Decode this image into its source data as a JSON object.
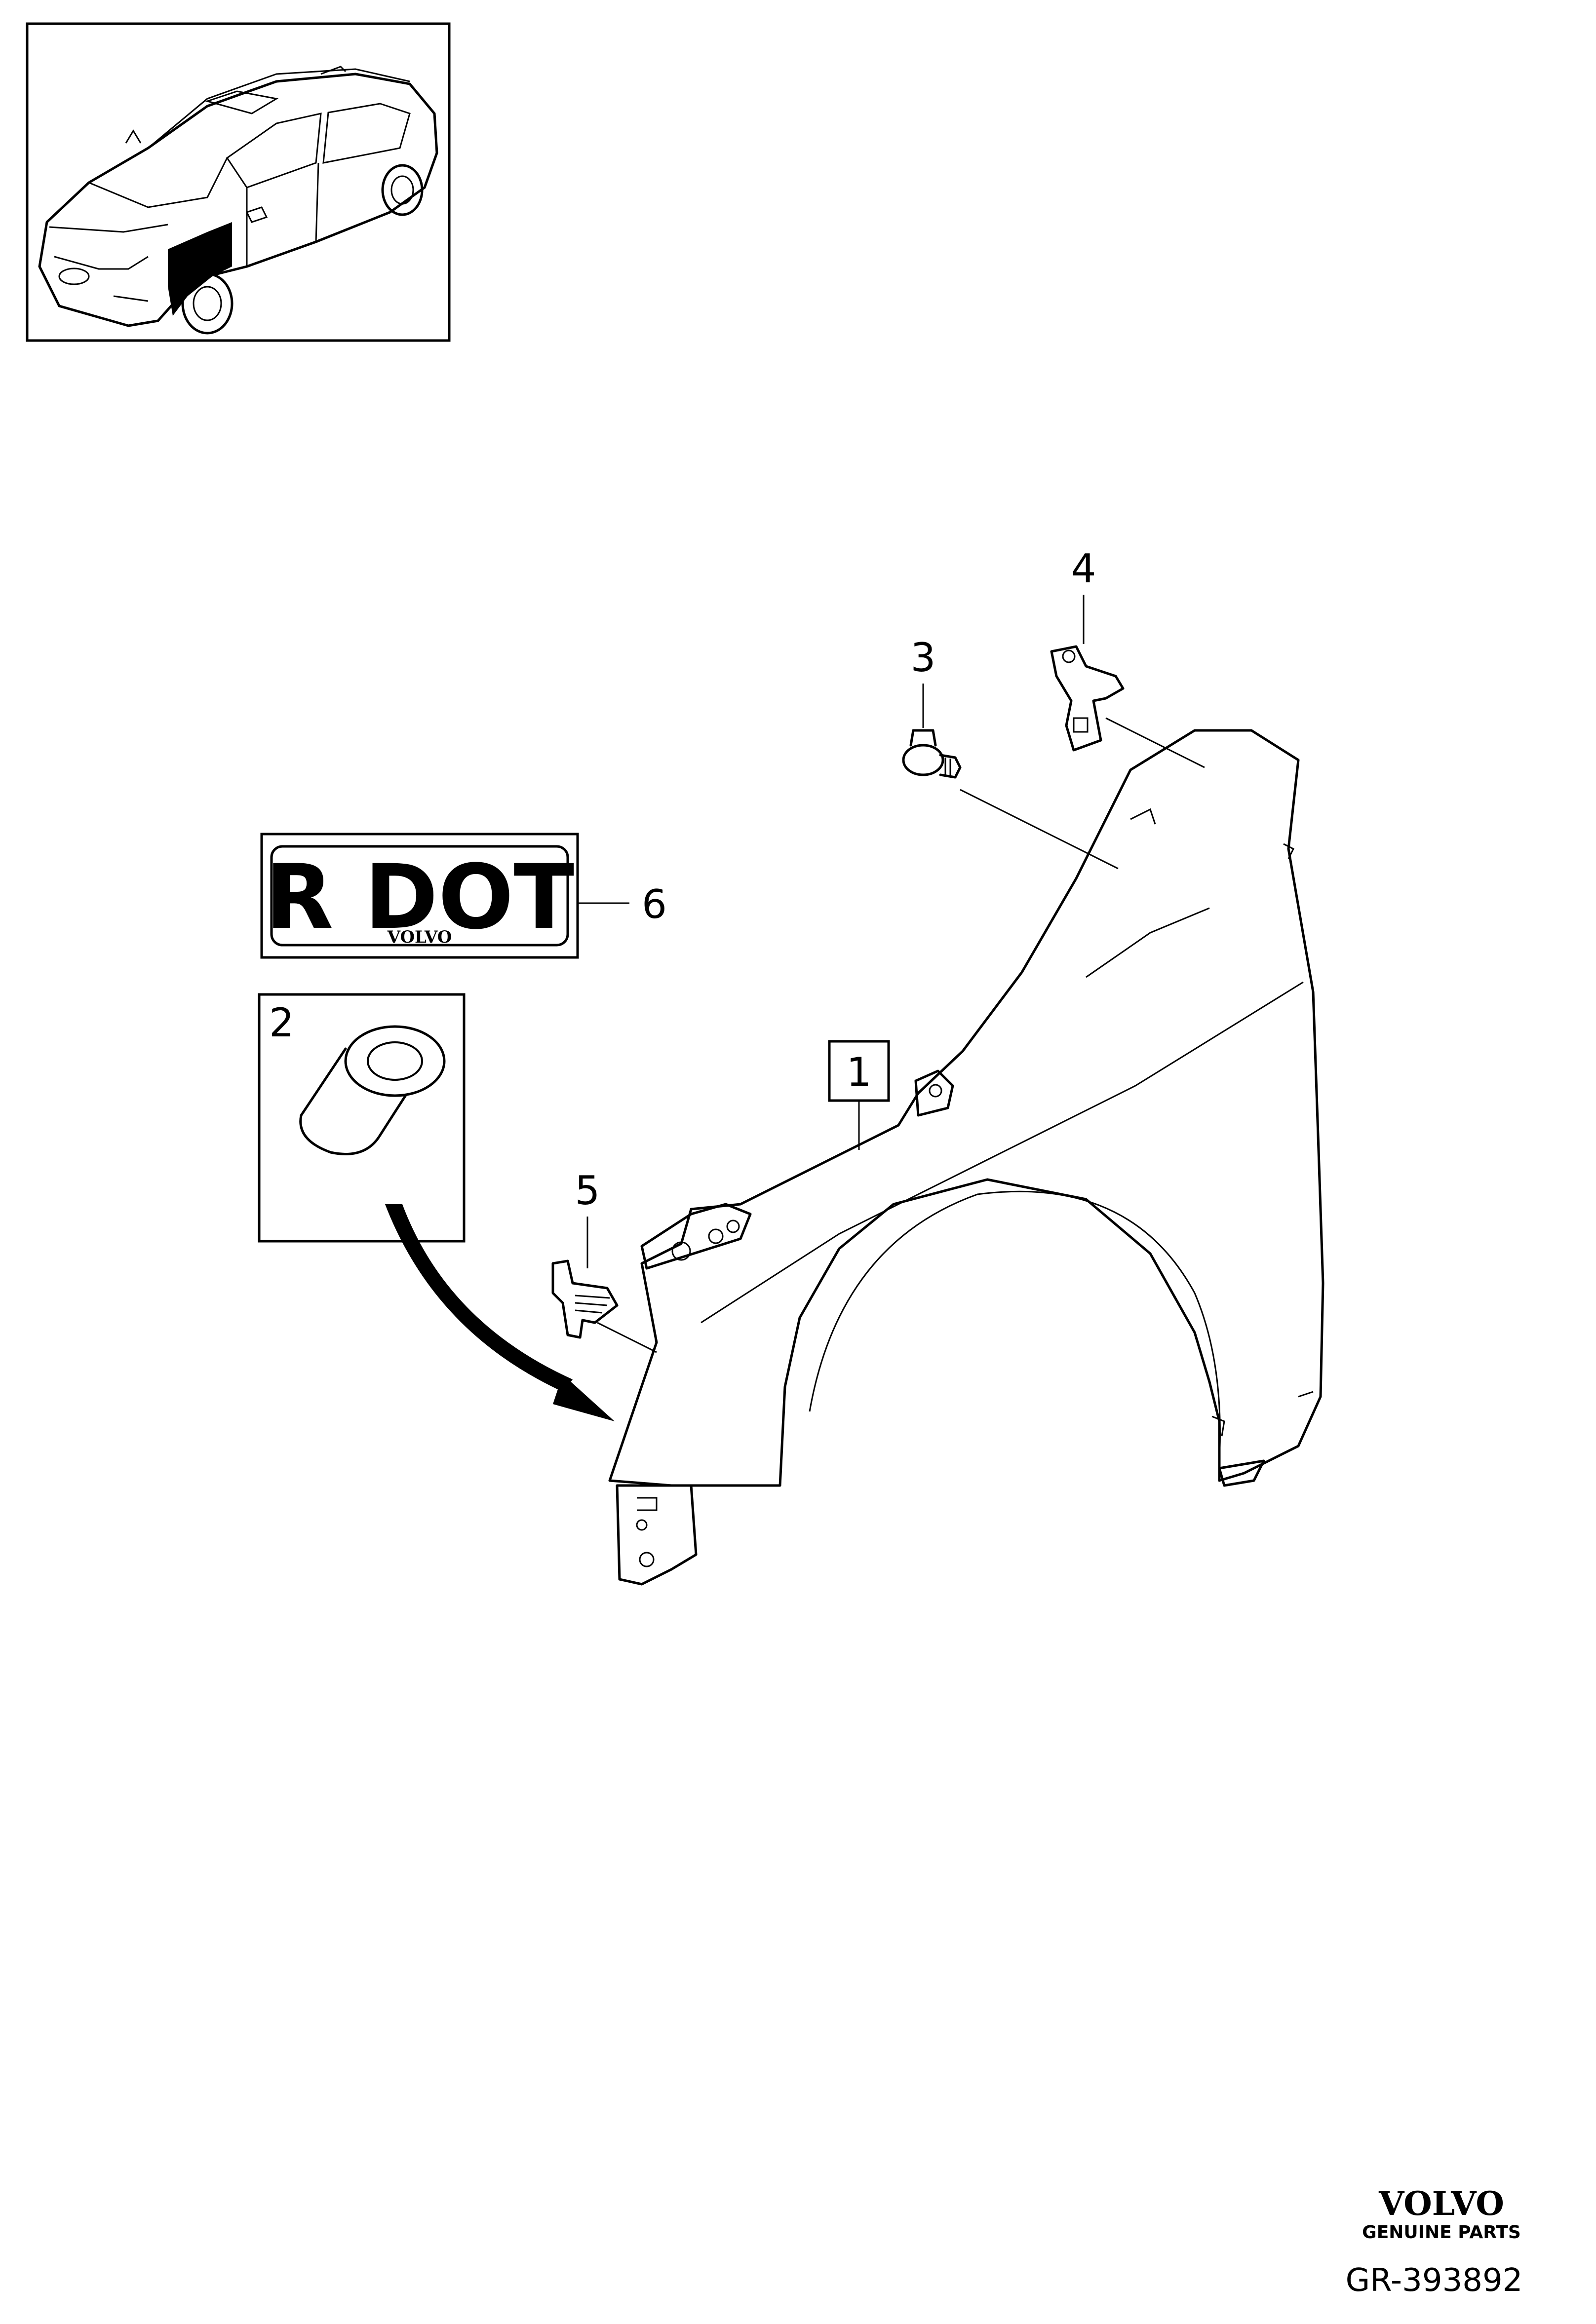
{
  "callouts": {
    "part1": "1",
    "part2": "2",
    "part3": "3",
    "part4": "4",
    "part5": "5",
    "part6": "6"
  },
  "label": {
    "main": "R DOT",
    "brand": "VOLVO"
  },
  "footer": {
    "brand": "VOLVO",
    "tagline": "GENUINE PARTS",
    "code": "GR-393892"
  }
}
